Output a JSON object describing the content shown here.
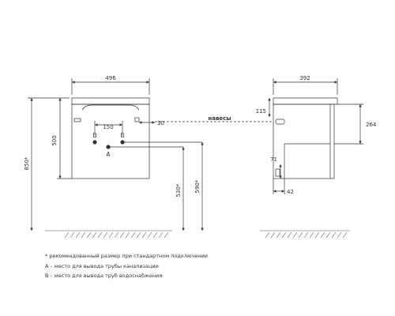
{
  "front_view": {
    "width": "496",
    "height_body": "500",
    "height_total": "850*",
    "pipe_spacing": "150",
    "side_offset": "30",
    "height_b": "590*",
    "height_a": "530*",
    "label_b_left": "B",
    "label_b_right": "B",
    "label_a": "A"
  },
  "side_view": {
    "depth": "392",
    "hinges_label": "навесы",
    "hinge_offset": "115",
    "hinge_height": "264",
    "shelf_height": "71",
    "back_offset": "42"
  },
  "legend": {
    "line1": "* рекомендованный размер при стандартном подключении",
    "line2": "A – место для вывода трубы канализации",
    "line3": "B – место для вывода труб водоснабжения"
  }
}
